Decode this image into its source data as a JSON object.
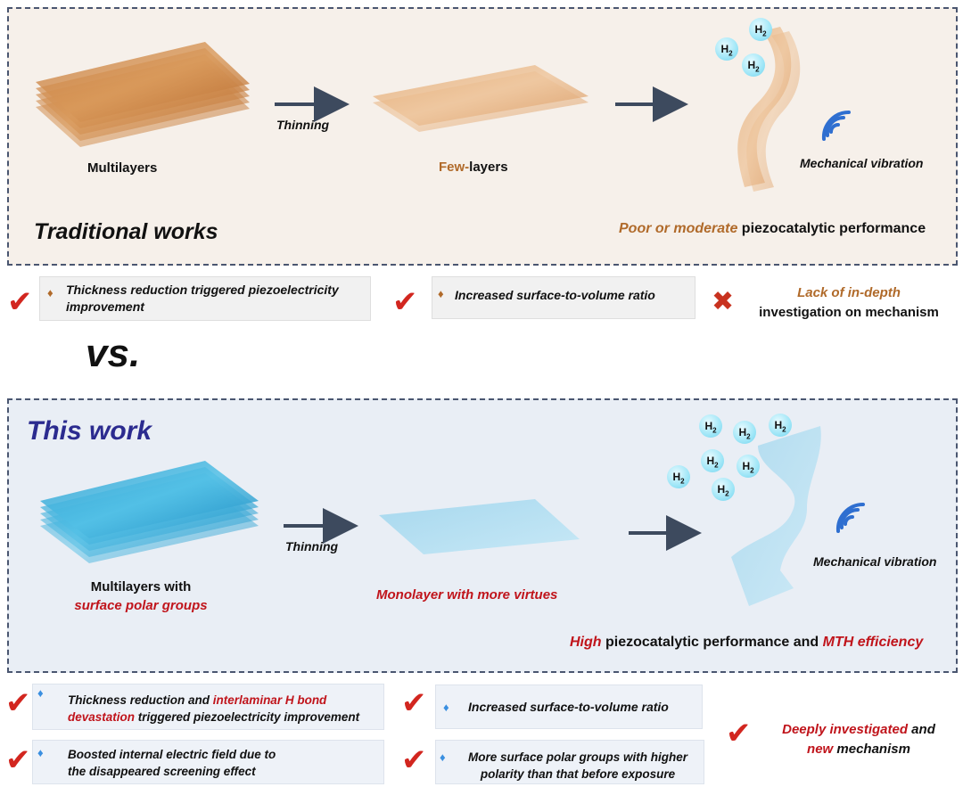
{
  "traditional": {
    "title": "Traditional works",
    "multilayers_label": "Multilayers",
    "thinning_label": "Thinning",
    "few_layers_highlight": "Few-",
    "few_layers_rest": "layers",
    "vibration_label": "Mechanical vibration",
    "performance_highlight": "Poor or moderate",
    "performance_rest": " piezocatalytic performance",
    "h2_text": "H",
    "h2_sub": "2"
  },
  "traditional_points": {
    "point1": "Thickness reduction triggered piezoelectricity improvement",
    "point2": "Increased surface-to-volume ratio",
    "point3_highlight": "Lack of in-depth",
    "point3_rest": "investigation on mechanism"
  },
  "vs_label": "vs.",
  "this_work": {
    "title": "This work",
    "multilayers_line1": "Multilayers with",
    "multilayers_line2": "surface polar groups",
    "thinning_label": "Thinning",
    "monolayer_label": "Monolayer with more virtues",
    "vibration_label": "Mechanical vibration",
    "performance_high": "High",
    "performance_mid": " piezocatalytic performance and ",
    "performance_mth": "MTH efficiency"
  },
  "this_work_points": {
    "p1_a": "Thickness reduction and ",
    "p1_b": "interlaminar H bond",
    "p1_c": "devastation",
    "p1_d": " triggered piezoelectricity improvement",
    "p2": "Increased surface-to-volume ratio",
    "p3_line1": "Boosted internal electric field due to",
    "p3_line2": "the disappeared screening effect",
    "p4_line1": "More surface polar  groups with higher",
    "p4_line2": "polarity than that before exposure",
    "p5_highlight1": "Deeply investigated",
    "p5_and": " and",
    "p5_highlight2": "new",
    "p5_rest": " mechanism"
  },
  "colors": {
    "check": "#d2261f",
    "brown_accent": "#b06a2a",
    "red_accent": "#c0141b",
    "blue_diamond": "#3a8fe0",
    "this_work_title": "#2b2b8f",
    "arrow": "#3d4a5e"
  }
}
